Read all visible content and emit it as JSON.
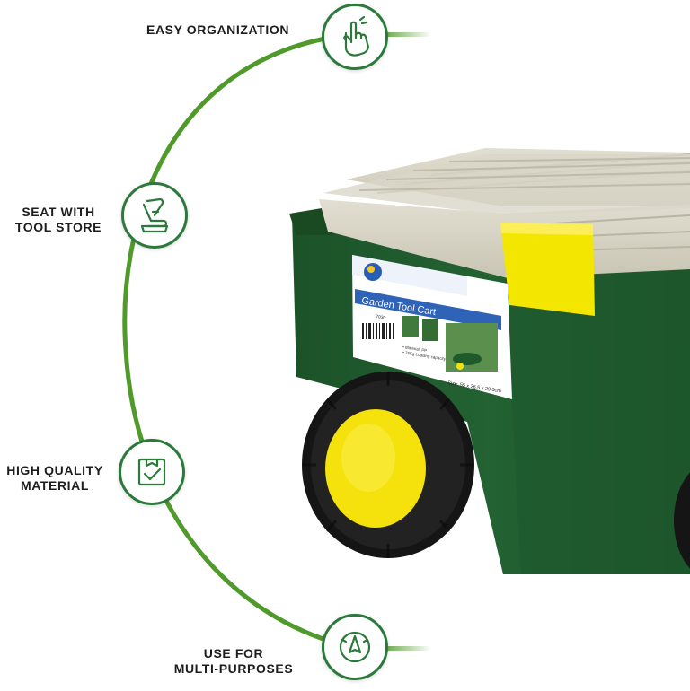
{
  "features": [
    {
      "id": "easy-organization",
      "lines": [
        "EASY ORGANIZATION"
      ],
      "icon": "hand-pointer-icon"
    },
    {
      "id": "seat-with-tool-store",
      "lines": [
        "SEAT WITH",
        "TOOL STORE"
      ],
      "icon": "seat-icon"
    },
    {
      "id": "high-quality-material",
      "lines": [
        "HIGH QUALITY",
        "MATERIAL"
      ],
      "icon": "quality-check-icon"
    },
    {
      "id": "use-for-multi-purposes",
      "lines": [
        "USE FOR",
        "MULTI-PURPOSES"
      ],
      "icon": "compass-icon"
    }
  ],
  "product": {
    "label_title": "Garden Tool Cart",
    "label_code": "7030",
    "bullet_1": "• Material: PP",
    "bullet_2": "• 75Kg Loading capacity",
    "size_text": "Size: 55 x 26.5 x 29.0cm"
  },
  "colors": {
    "arc_green": "#4f9a2a",
    "badge_border": "#2c7a3b",
    "cart_green": "#1f5a2b",
    "lid_beige": "#d6d3c4",
    "latch_yellow": "#f3e600",
    "wheel_black": "#151515",
    "hub_yellow": "#f5e10b"
  }
}
